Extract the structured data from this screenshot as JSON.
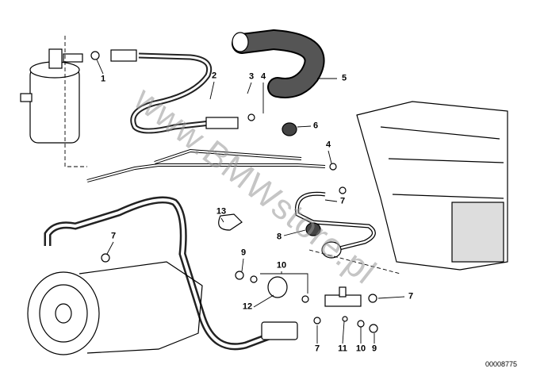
{
  "diagram": {
    "watermark": "www.BMWstore.pl",
    "diagram_id": "00008775",
    "callouts": [
      {
        "part": "receiver-drier-seal",
        "label": "1"
      },
      {
        "part": "bracket",
        "label": "2"
      },
      {
        "part": "screw",
        "label": "3"
      },
      {
        "part": "o-ring-upper",
        "label": "4"
      },
      {
        "part": "protective-hose",
        "label": "5"
      },
      {
        "part": "grommet",
        "label": "6"
      },
      {
        "part": "o-ring-pipe",
        "label": "4"
      },
      {
        "part": "o-ring-evaporator",
        "label": "7"
      },
      {
        "part": "clamp",
        "label": "13"
      },
      {
        "part": "o-ring-compressor",
        "label": "7"
      },
      {
        "part": "grommet-lower",
        "label": "8"
      },
      {
        "part": "nut-left",
        "label": "9"
      },
      {
        "part": "washer-set-left",
        "label": "10"
      },
      {
        "part": "pressure-switch",
        "label": "12"
      },
      {
        "part": "o-ring-hose",
        "label": "7"
      },
      {
        "part": "t-fitting",
        "label": "11"
      },
      {
        "part": "washer-right",
        "label": "10"
      },
      {
        "part": "nut-right",
        "label": "9"
      },
      {
        "part": "o-ring-right",
        "label": "7"
      }
    ]
  }
}
